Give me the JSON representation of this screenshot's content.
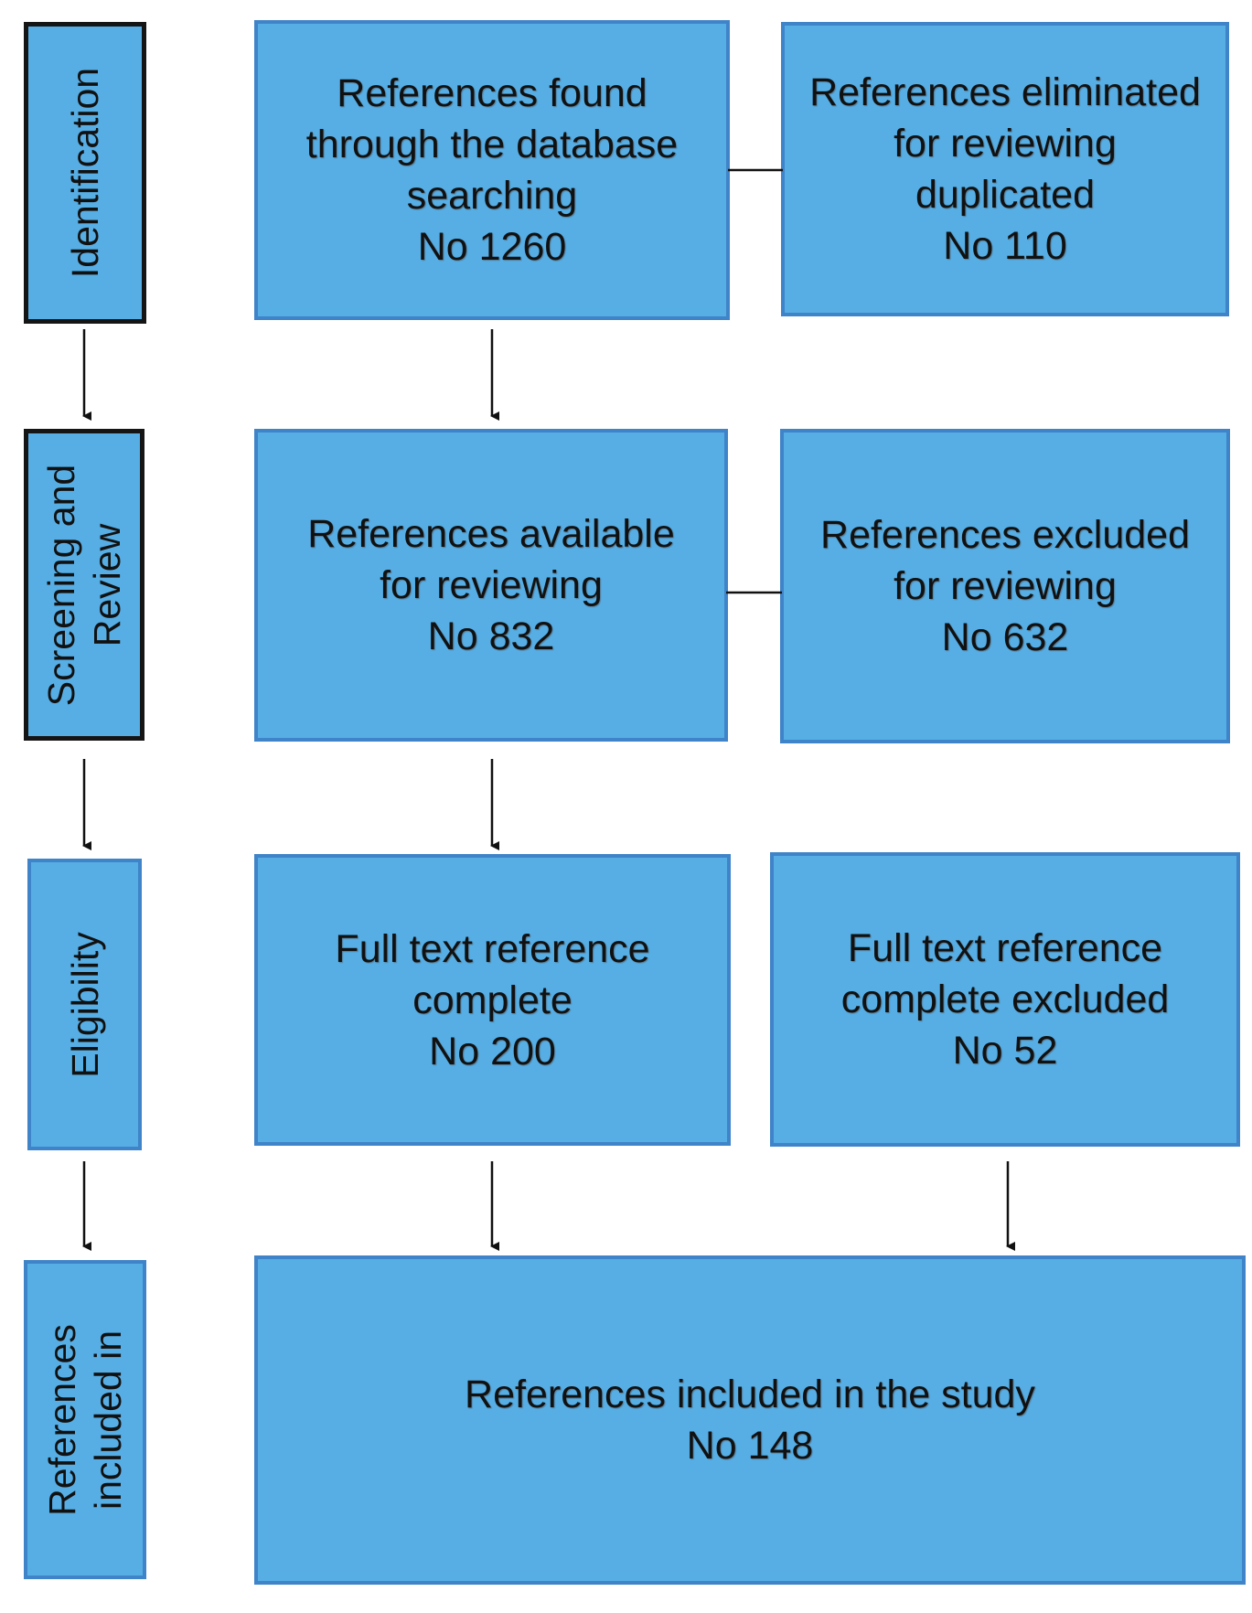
{
  "stages": {
    "identification": [
      "Identification"
    ],
    "screening": [
      "Screening and",
      "Review"
    ],
    "eligibility": [
      "Eligibility"
    ],
    "included": [
      "References",
      "included in"
    ]
  },
  "boxes": {
    "found": [
      "References found",
      "through the database",
      "searching",
      "No 1260"
    ],
    "duplicates": [
      "References eliminated",
      "for reviewing",
      "duplicated",
      "No 110"
    ],
    "available": [
      "References available",
      "for reviewing",
      "No 832"
    ],
    "excluded": [
      "References excluded",
      "for reviewing",
      "No 632"
    ],
    "fulltext": [
      "Full text reference",
      "complete",
      "No 200"
    ],
    "fulltext_excluded": [
      "Full text reference",
      "complete excluded",
      "No 52"
    ],
    "study": [
      "References included in the study",
      "No 148"
    ]
  },
  "colors": {
    "box_fill": "#56aee5",
    "box_border": "#3f84c8",
    "stage_dark_border": "#151515",
    "connector": "#111111"
  }
}
